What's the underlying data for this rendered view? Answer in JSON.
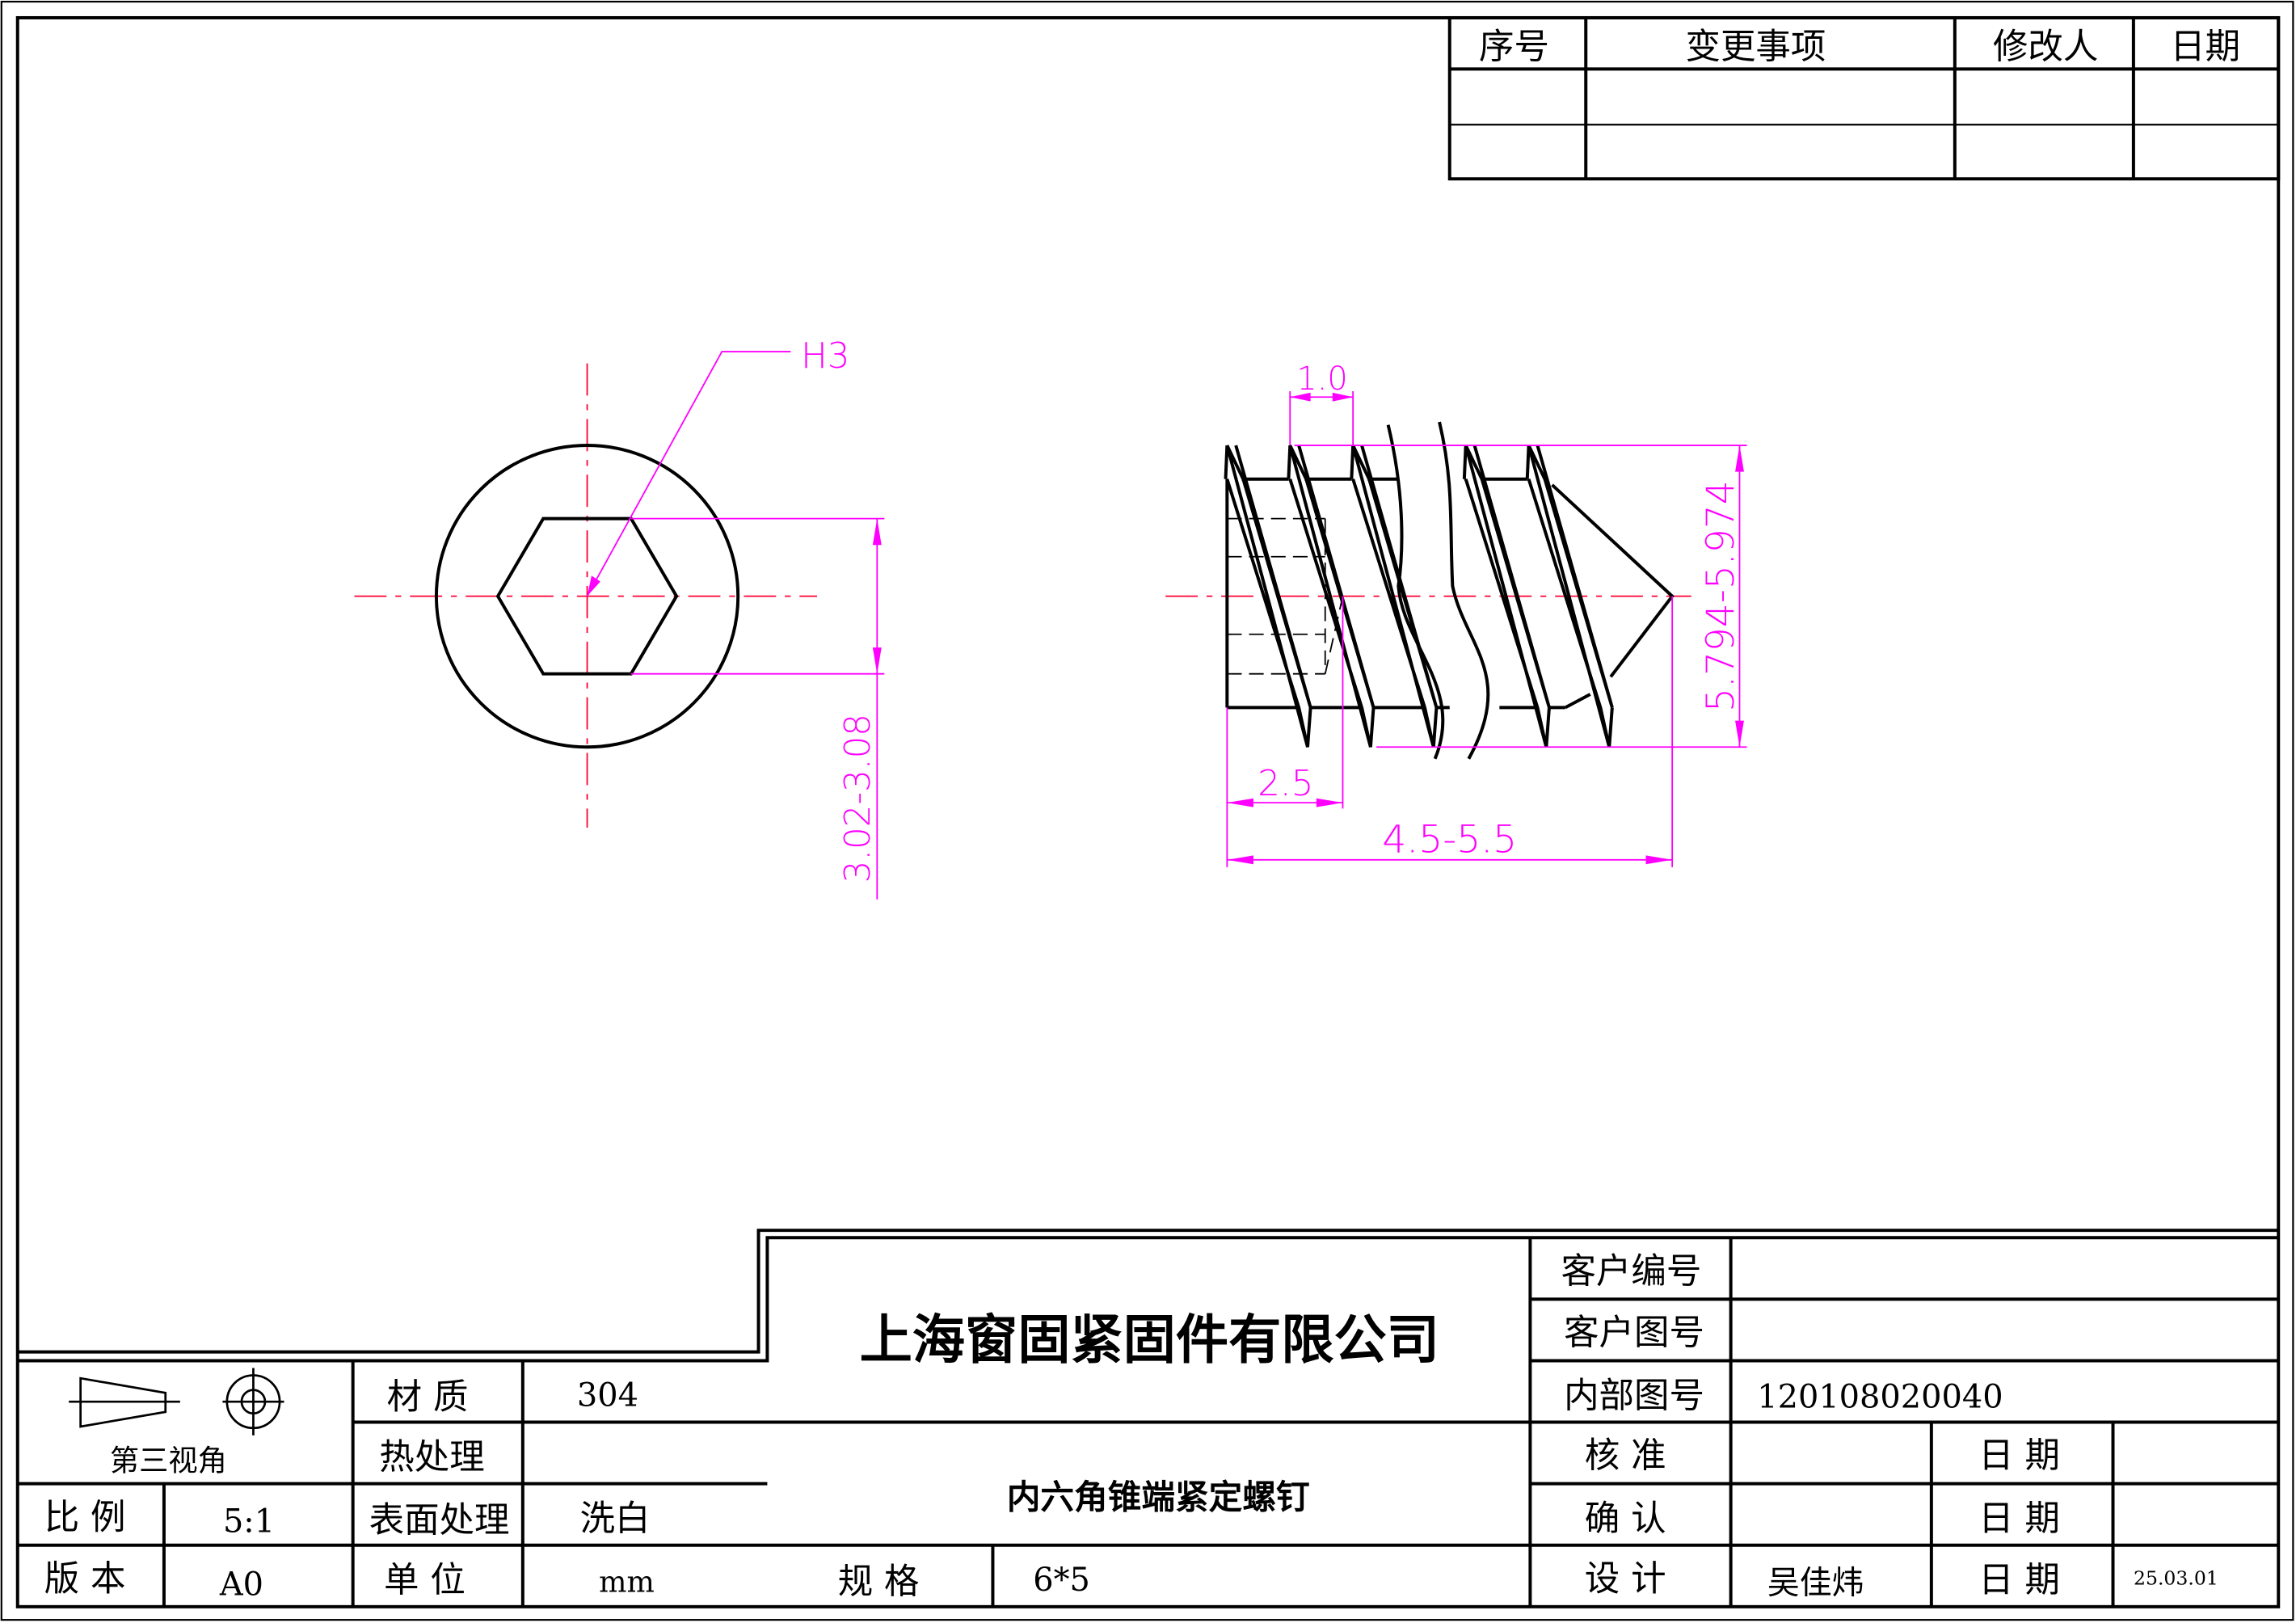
{
  "colors": {
    "line": "#000000",
    "dimension": "#ff00ff",
    "centerline": "#ff0033"
  },
  "revision_table": {
    "headers": [
      "序号",
      "变更事项",
      "修改人",
      "日期"
    ]
  },
  "front_view": {
    "socket_label": "H3",
    "socket_dimension": "3.02-3.08"
  },
  "side_view": {
    "pitch": "1.0",
    "major_diameter": "5.794-5.974",
    "socket_depth": "2.5",
    "length": "4.5-5.5"
  },
  "title_block": {
    "projection_label": "第三视角",
    "material_label": "材 质",
    "material_value": "304",
    "heat_treatment_label": "热处理",
    "heat_treatment_value": "",
    "surface_label": "表面处理",
    "surface_value": "洗白",
    "scale_label": "比 例",
    "scale_value": "5:1",
    "version_label": "版 本",
    "version_value": "A0",
    "unit_label": "单 位",
    "unit_value": "mm",
    "company": "上海窗固紧固件有限公司",
    "part_name": "内六角锥端紧定螺钉",
    "spec_label": "规  格",
    "spec_value": "6*5",
    "customer_no_label": "客户编号",
    "customer_drawing_label": "客户图号",
    "internal_drawing_label": "内部图号",
    "internal_drawing_value": "120108020040",
    "approve_label": "核   准",
    "confirm_label": "确   认",
    "design_label": "设   计",
    "designer": "吴佳炜",
    "date_label": "日 期",
    "design_date": "25.03.01"
  }
}
